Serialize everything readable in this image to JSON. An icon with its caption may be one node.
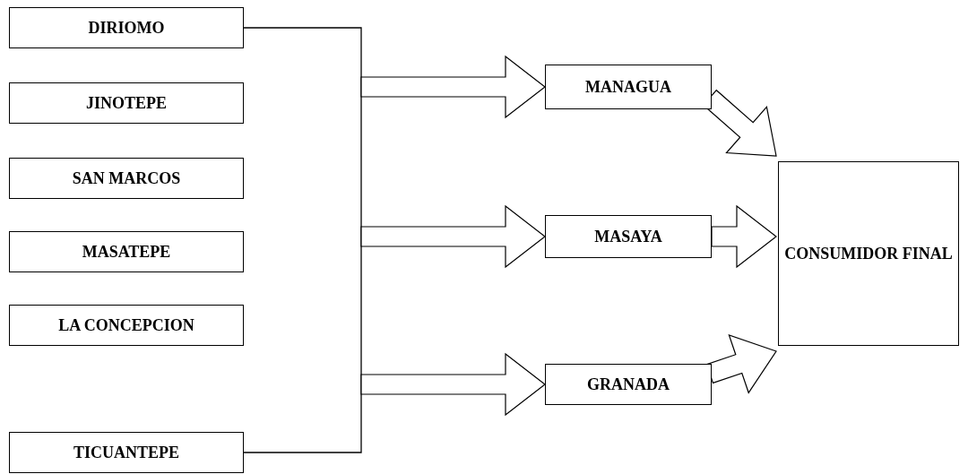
{
  "diagram": {
    "nodes": [
      {
        "text": [
          "DIRIOMO"
        ]
      },
      {
        "text": [
          "JINOTEPE"
        ]
      },
      {
        "text": [
          "SAN MARCOS"
        ]
      },
      {
        "text": [
          "MASATEPE"
        ]
      },
      {
        "text": [
          "LA CONCEPCION"
        ]
      },
      {
        "text": [
          "TICUANTEPE"
        ]
      },
      {
        "text": [
          "MANAGUA"
        ]
      },
      {
        "text": [
          "MASAYA"
        ]
      },
      {
        "text": [
          "GRANADA"
        ]
      },
      {
        "text": [
          "CONSUMIDOR FINAL"
        ]
      }
    ],
    "edges": [
      {
        "from": 0,
        "to": null,
        "arrow": "none"
      },
      {
        "from": 5,
        "to": null,
        "arrow": "none"
      },
      {
        "from": null,
        "to": 6,
        "arrow": "to",
        "style": "thick"
      },
      {
        "from": null,
        "to": 7,
        "arrow": "to",
        "style": "thick"
      },
      {
        "from": null,
        "to": 8,
        "arrow": "to",
        "style": "thick"
      },
      {
        "from": 6,
        "to": 9,
        "arrow": "to",
        "style": "thick"
      },
      {
        "from": 7,
        "to": 9,
        "arrow": "to",
        "style": "thick"
      },
      {
        "from": 8,
        "to": 9,
        "arrow": "to",
        "style": "thick"
      }
    ]
  }
}
